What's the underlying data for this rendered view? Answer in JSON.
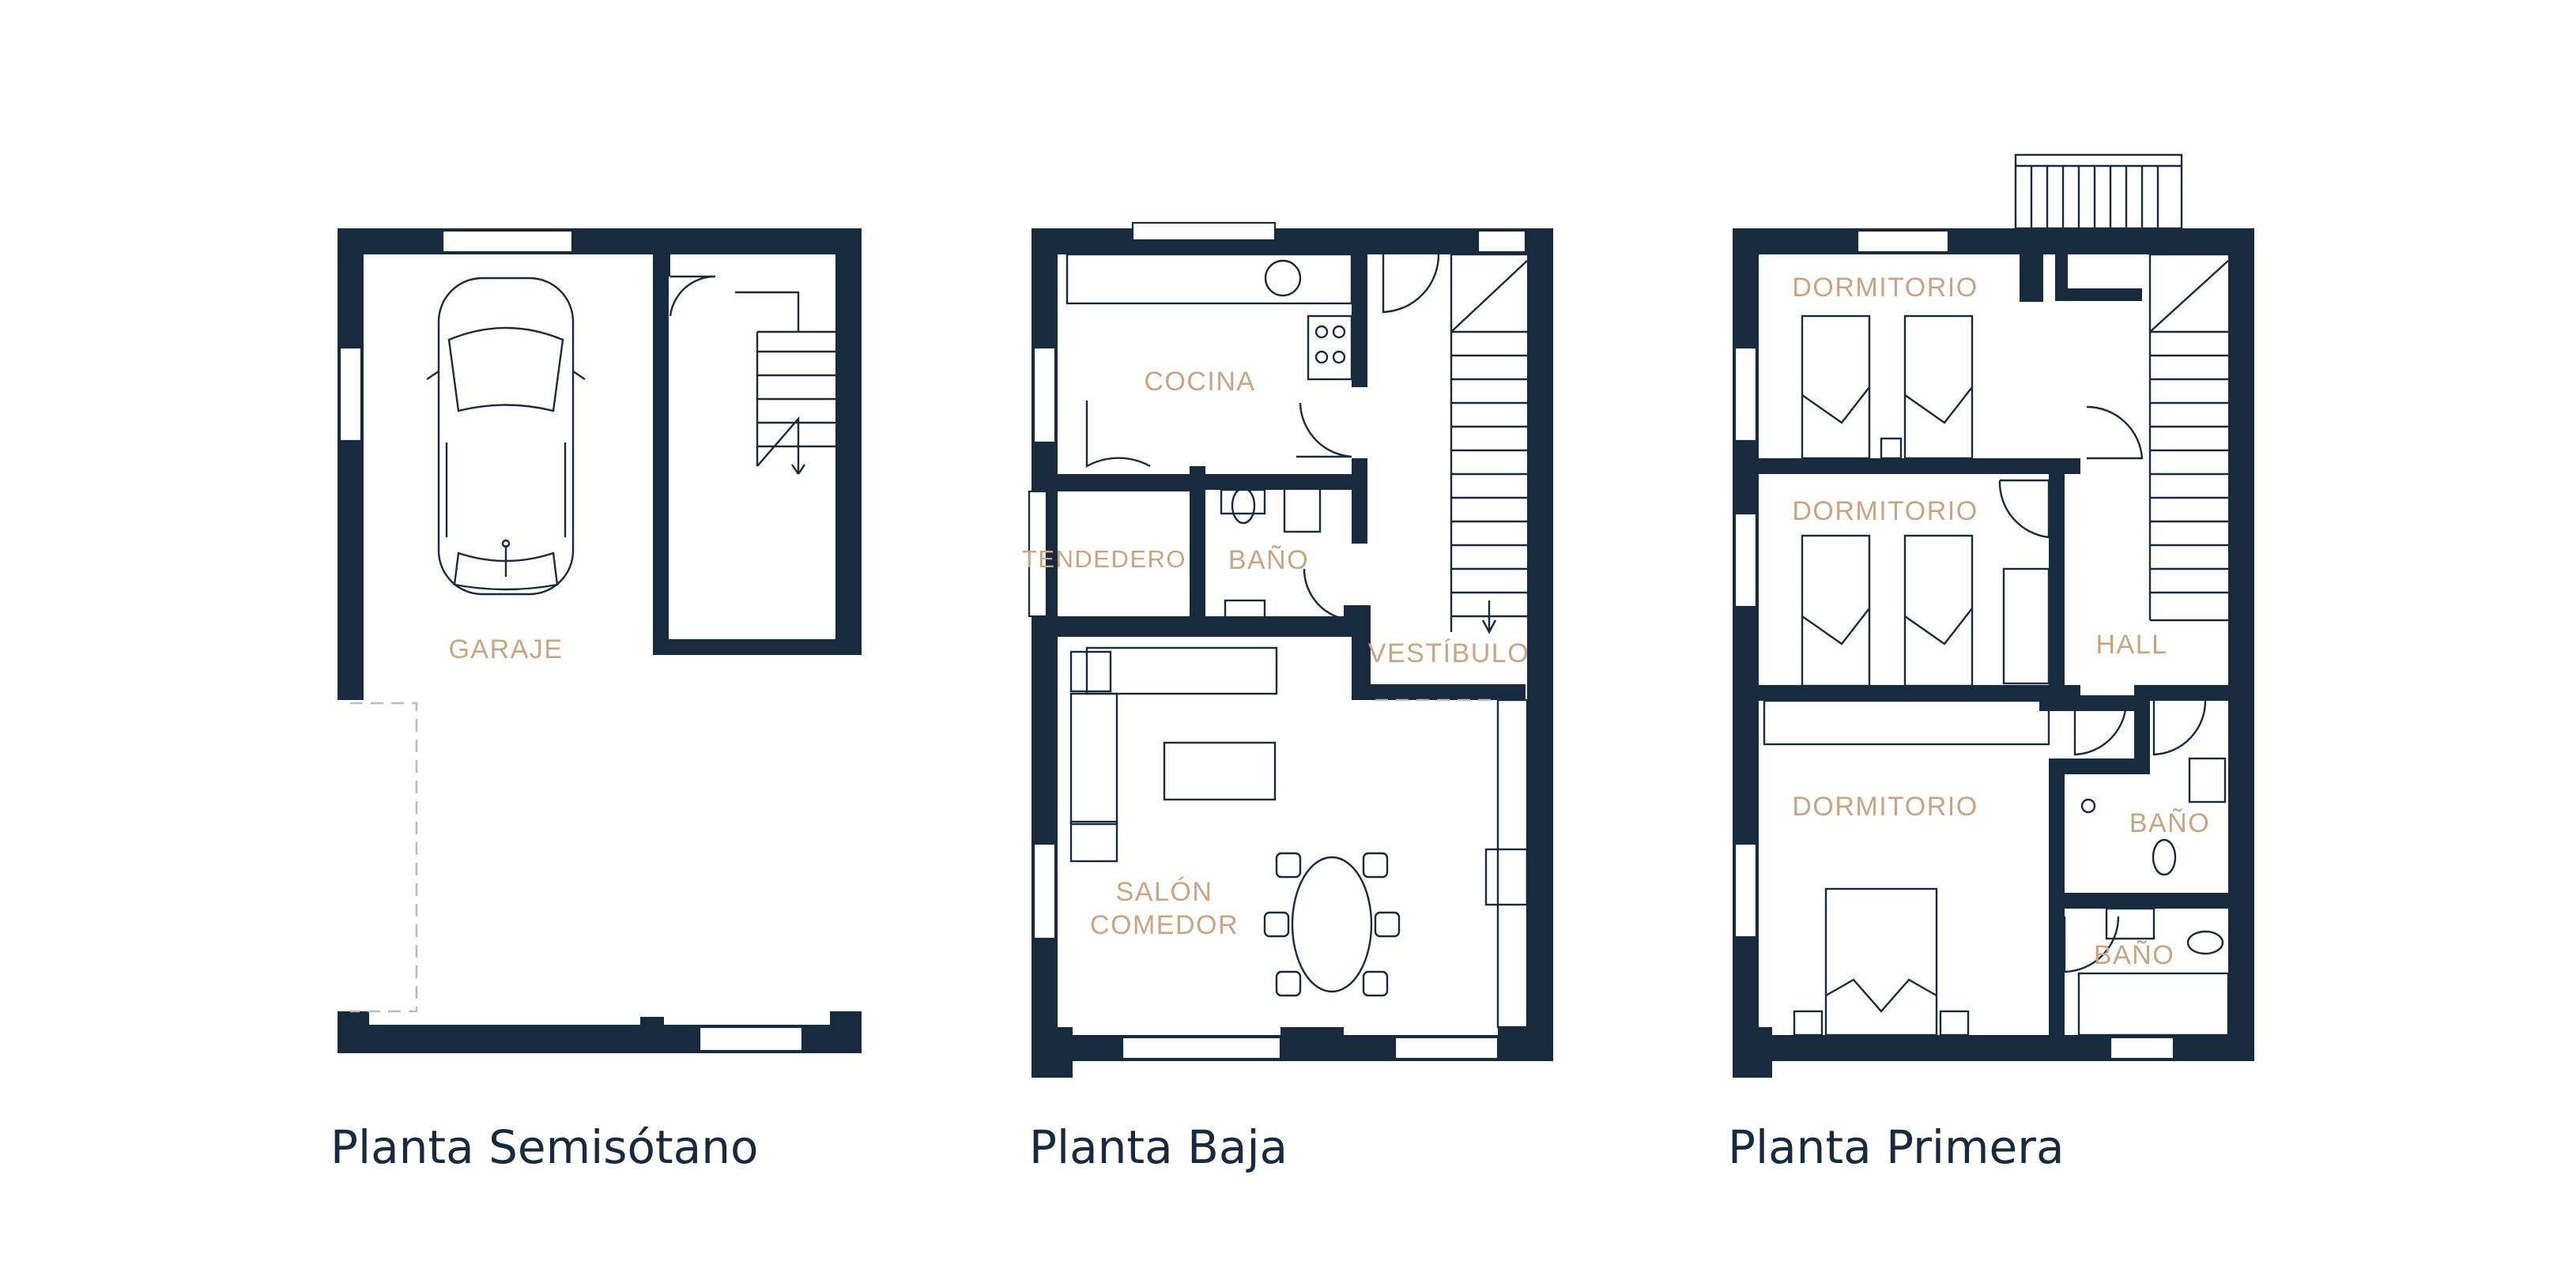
{
  "colors": {
    "wall": "#182a3e",
    "room_label": "#c9a584",
    "background": "#ffffff"
  },
  "plans": [
    {
      "title": "Planta Semisótano",
      "rooms": [
        "GARAJE"
      ]
    },
    {
      "title": "Planta Baja",
      "rooms": [
        "COCINA",
        "TENDEDERO",
        "BAÑO",
        "VESTÍBULO",
        "SALÓN",
        "COMEDOR"
      ]
    },
    {
      "title": "Planta Primera",
      "rooms": [
        "DORMITORIO",
        "DORMITORIO",
        "DORMITORIO",
        "HALL",
        "BAÑO",
        "BAÑO"
      ]
    }
  ]
}
